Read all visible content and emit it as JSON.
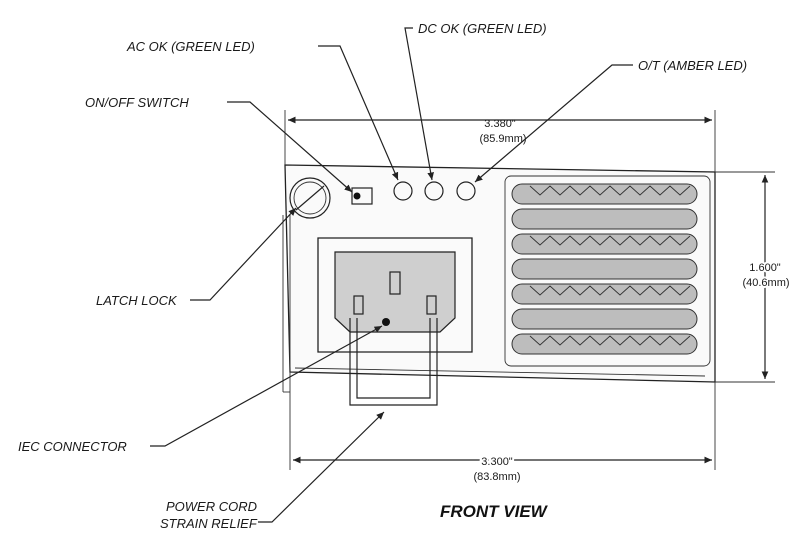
{
  "labels": {
    "ac_ok": "AC OK  (GREEN LED)",
    "dc_ok": "DC OK  (GREEN LED)",
    "ot": "O/T  (AMBER LED)",
    "on_off": "ON/OFF SWITCH",
    "latch_lock": "LATCH LOCK",
    "iec_connector": "IEC CONNECTOR",
    "strain_relief_1": "POWER CORD",
    "strain_relief_2": "STRAIN RELIEF",
    "front_view": "FRONT VIEW"
  },
  "dimensions": {
    "top_width_in": "3.380\"",
    "top_width_mm": "(85.9mm)",
    "height_in": "1.600\"",
    "height_mm": "(40.6mm)",
    "bottom_width_in": "3.300\"",
    "bottom_width_mm": "(83.8mm)"
  }
}
